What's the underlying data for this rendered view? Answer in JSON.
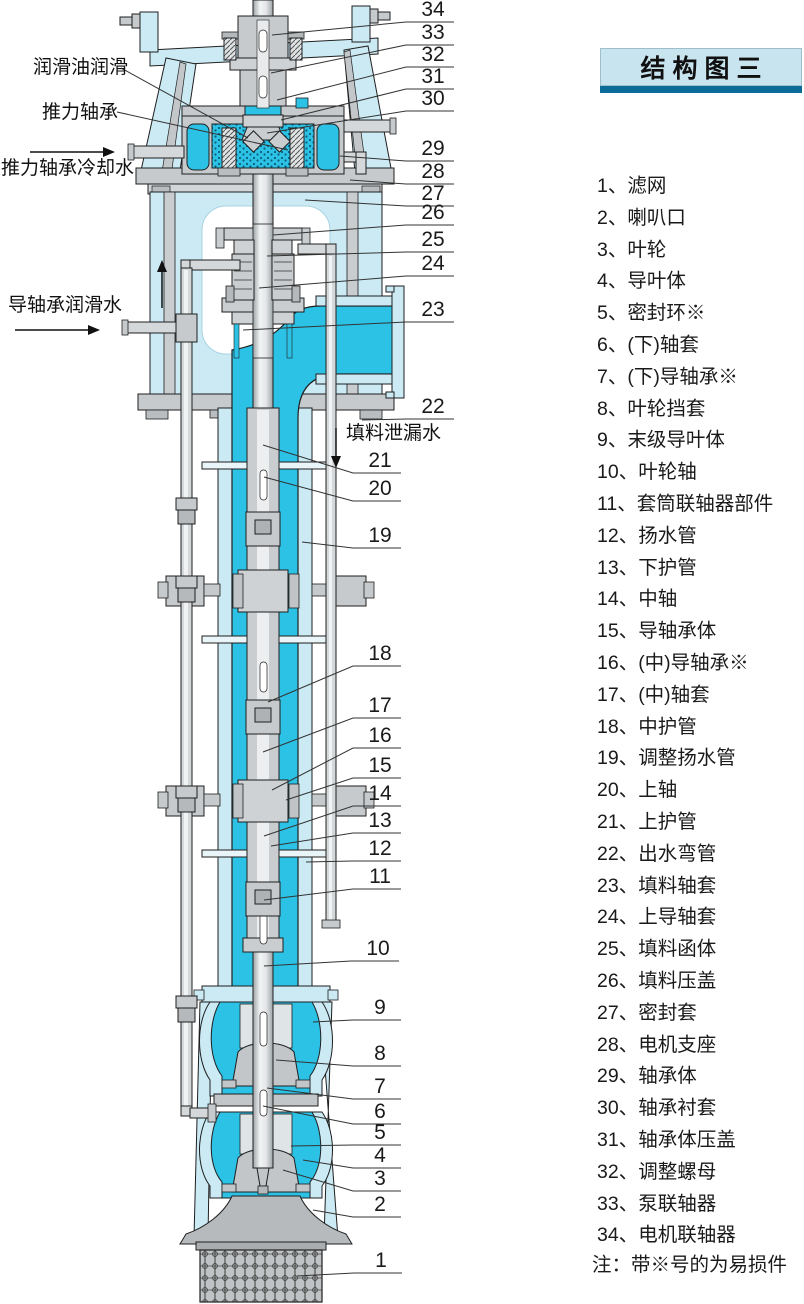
{
  "title": "结构图三",
  "note": "注：带※号的为易损件",
  "colors": {
    "title_bg": "#c8e4ee",
    "title_bar": "#0b6b99",
    "cyan": "#2cc2e6",
    "pale": "#cbeaf4"
  },
  "left_labels": [
    {
      "t": "润滑油润滑",
      "css": "left:33px;top:57px"
    },
    {
      "t": "推力轴承",
      "css": "left:42px;top:102px"
    },
    {
      "t": "推力轴承冷却水",
      "css": "left:1px;top:158px"
    },
    {
      "t": "导轴承润滑水",
      "css": "left:8px;top:295px"
    },
    {
      "t": "填料泄漏水",
      "css": "left:346px;top:423px"
    }
  ],
  "parts": [
    {
      "t": "1、滤网"
    },
    {
      "t": "2、喇叭口"
    },
    {
      "t": "3、叶轮"
    },
    {
      "t": "4、导叶体"
    },
    {
      "t": "5、密封环※"
    },
    {
      "t": "6、(下)轴套"
    },
    {
      "t": "7、(下)导轴承※"
    },
    {
      "t": "8、叶轮挡套"
    },
    {
      "t": "9、末级导叶体"
    },
    {
      "t": "10、叶轮轴"
    },
    {
      "t": "11、套筒联轴器部件"
    },
    {
      "t": "12、扬水管"
    },
    {
      "t": "13、下护管"
    },
    {
      "t": "14、中轴"
    },
    {
      "t": "15、导轴承体"
    },
    {
      "t": "16、(中)导轴承※"
    },
    {
      "t": "17、(中)轴套"
    },
    {
      "t": "18、中护管"
    },
    {
      "t": "19、调整扬水管"
    },
    {
      "t": "20、上轴"
    },
    {
      "t": "21、上护管"
    },
    {
      "t": "22、出水弯管"
    },
    {
      "t": "23、填料轴套"
    },
    {
      "t": "24、上导轴套"
    },
    {
      "t": "25、填料函体"
    },
    {
      "t": "26、填料压盖"
    },
    {
      "t": "27、密封套"
    },
    {
      "t": "28、电机支座"
    },
    {
      "t": "29、轴承体"
    },
    {
      "t": "30、轴承衬套"
    },
    {
      "t": "31、轴承体压盖"
    },
    {
      "t": "32、调整螺母"
    },
    {
      "t": "33、泵联轴器"
    },
    {
      "t": "34、电机联轴器"
    }
  ],
  "callouts": [
    {
      "n": "34",
      "css": "left:415px;top:-2px"
    },
    {
      "n": "33",
      "css": "left:415px;top:21px"
    },
    {
      "n": "32",
      "css": "left:415px;top:43px"
    },
    {
      "n": "31",
      "css": "left:415px;top:65px"
    },
    {
      "n": "30",
      "css": "left:415px;top:87px"
    },
    {
      "n": "29",
      "css": "left:415px;top:137px"
    },
    {
      "n": "28",
      "css": "left:415px;top:160px"
    },
    {
      "n": "27",
      "css": "left:415px;top:182px"
    },
    {
      "n": "26",
      "css": "left:415px;top:201px"
    },
    {
      "n": "25",
      "css": "left:415px;top:228px"
    },
    {
      "n": "24",
      "css": "left:415px;top:252px"
    },
    {
      "n": "23",
      "css": "left:415px;top:298px"
    },
    {
      "n": "22",
      "css": "left:415px;top:395px"
    },
    {
      "n": "21",
      "css": "left:362px;top:449px"
    },
    {
      "n": "20",
      "css": "left:362px;top:477px"
    },
    {
      "n": "19",
      "css": "left:362px;top:524px"
    },
    {
      "n": "18",
      "css": "left:362px;top:642px"
    },
    {
      "n": "17",
      "css": "left:362px;top:694px"
    },
    {
      "n": "16",
      "css": "left:362px;top:724px"
    },
    {
      "n": "15",
      "css": "left:362px;top:754px"
    },
    {
      "n": "14",
      "css": "left:362px;top:782px"
    },
    {
      "n": "13",
      "css": "left:362px;top:809px"
    },
    {
      "n": "12",
      "css": "left:362px;top:837px"
    },
    {
      "n": "11",
      "css": "left:362px;top:865px"
    },
    {
      "n": "10",
      "css": "left:360px;top:937px"
    },
    {
      "n": "9",
      "css": "left:362px;top:996px"
    },
    {
      "n": "8",
      "css": "left:362px;top:1042px"
    },
    {
      "n": "7",
      "css": "left:362px;top:1075px"
    },
    {
      "n": "6",
      "css": "left:362px;top:1100px"
    },
    {
      "n": "5",
      "css": "left:362px;top:1121px"
    },
    {
      "n": "4",
      "css": "left:362px;top:1144px"
    },
    {
      "n": "3",
      "css": "left:362px;top:1167px"
    },
    {
      "n": "2",
      "css": "left:362px;top:1193px"
    },
    {
      "n": "1",
      "css": "left:363px;top:1249px"
    }
  ]
}
